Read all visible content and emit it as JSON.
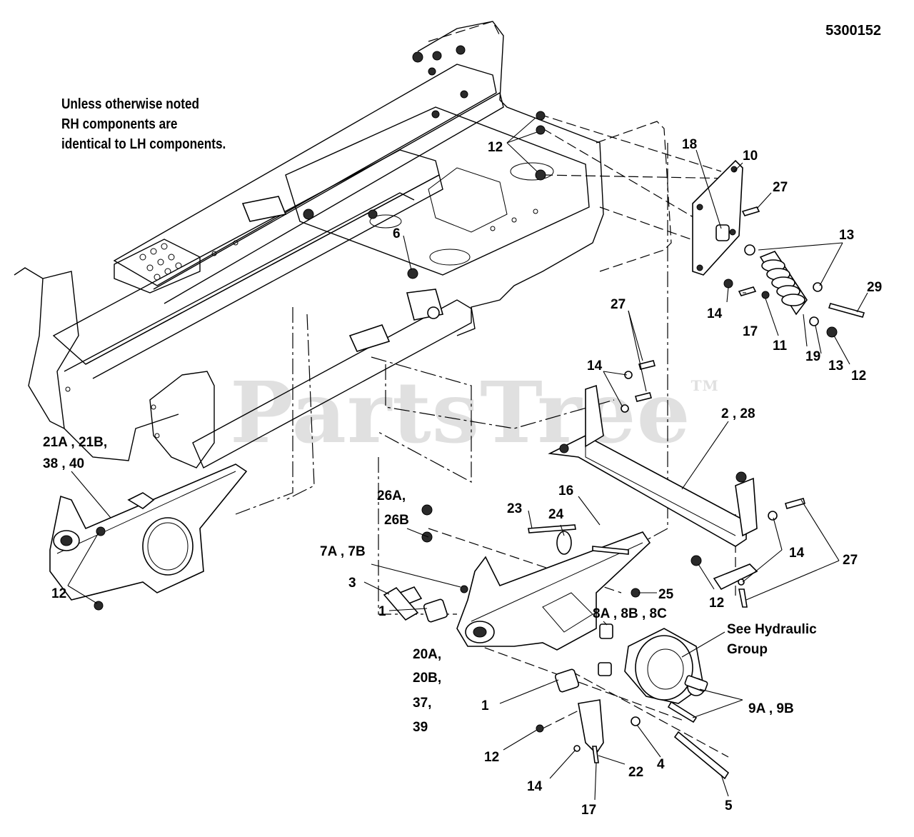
{
  "drawing_number": "5300152",
  "note_lines": [
    "Unless otherwise noted",
    "RH components are",
    "identical to LH components."
  ],
  "watermark": "PartsTree",
  "watermark_tm": "TM",
  "callouts": {
    "c12a": "12",
    "c18": "18",
    "c10": "10",
    "c27a": "27",
    "c13a": "13",
    "c29": "29",
    "c6": "6",
    "c14a": "14",
    "c17a": "17",
    "c11": "11",
    "c19": "19",
    "c13b": "13",
    "c12b": "12",
    "c27b": "27",
    "c14b": "14",
    "c2_28": "2 , 28",
    "c21": "21A , 21B,",
    "c38": "38 , 40",
    "c12c": "12",
    "c26a": "26A,",
    "c26b": "26B",
    "c16": "16",
    "c23": "23",
    "c24": "24",
    "c7": "7A , 7B",
    "c3": "3",
    "c1a": "1",
    "c25": "25",
    "c14c": "14",
    "c27c": "27",
    "c12d": "12",
    "c8": "8A , 8B , 8C",
    "c20a": "20A,",
    "c20b": "20B,",
    "c37": "37,",
    "c39": "39",
    "c1b": "1",
    "c9": "9A , 9B",
    "c12e": "12",
    "c4": "4",
    "c14d": "14",
    "c22": "22",
    "c17b": "17",
    "c5": "5",
    "hyd1": "See Hydraulic",
    "hyd2": "Group"
  }
}
